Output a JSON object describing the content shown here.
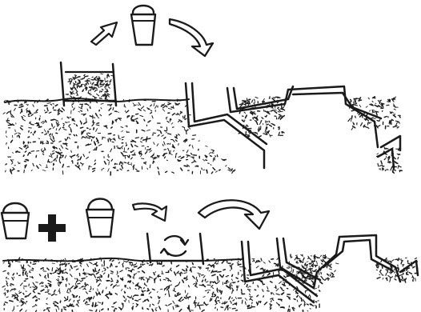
{
  "diagram": {
    "panels": [
      {
        "id": "top",
        "description_shown": false,
        "elements": [
          "bucket-icon",
          "arrow-into-box",
          "arrow-to-trench",
          "soil-box",
          "stepped-trench"
        ]
      },
      {
        "id": "bottom",
        "elements": [
          "bucket-icon",
          "plus-icon",
          "bucket-icon",
          "arrow-into-box",
          "arrow-to-trench",
          "mixing-box",
          "recycle-icon",
          "stepped-trench"
        ]
      }
    ],
    "colors": {
      "ink": "#1a1a1a",
      "paper": "#ffffff"
    },
    "texture": {
      "soil_speck_density": "dense",
      "style": "hand-drawn sketch"
    }
  }
}
